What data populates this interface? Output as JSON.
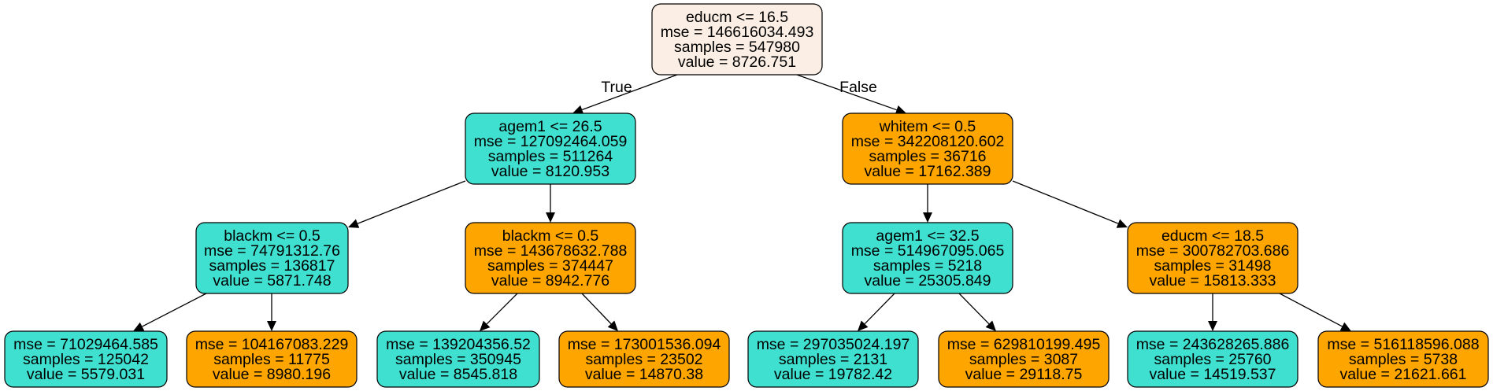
{
  "colors": {
    "root": "#fbeee4",
    "teal": "#40e0d0",
    "orange": "#ffa500",
    "border": "#000000",
    "edge": "#000000"
  },
  "nodes": [
    {
      "id": "n0",
      "color": "root",
      "lines": [
        "educm <= 16.5",
        "mse = 146616034.493",
        "samples = 547980",
        "value = 8726.751"
      ]
    },
    {
      "id": "n1",
      "color": "teal",
      "lines": [
        "agem1 <= 26.5",
        "mse = 127092464.059",
        "samples = 511264",
        "value = 8120.953"
      ]
    },
    {
      "id": "n2",
      "color": "orange",
      "lines": [
        "whitem <= 0.5",
        "mse = 342208120.602",
        "samples = 36716",
        "value = 17162.389"
      ]
    },
    {
      "id": "n3",
      "color": "teal",
      "lines": [
        "blackm <= 0.5",
        "mse = 74791312.76",
        "samples = 136817",
        "value = 5871.748"
      ]
    },
    {
      "id": "n4",
      "color": "orange",
      "lines": [
        "blackm <= 0.5",
        "mse = 143678632.788",
        "samples = 374447",
        "value = 8942.776"
      ]
    },
    {
      "id": "n5",
      "color": "teal",
      "lines": [
        "agem1 <= 32.5",
        "mse = 514967095.065",
        "samples = 5218",
        "value = 25305.849"
      ]
    },
    {
      "id": "n6",
      "color": "orange",
      "lines": [
        "educm <= 18.5",
        "mse = 300782703.686",
        "samples = 31498",
        "value = 15813.333"
      ]
    },
    {
      "id": "n7",
      "color": "teal",
      "lines": [
        "mse = 71029464.585",
        "samples = 125042",
        "value = 5579.031"
      ]
    },
    {
      "id": "n8",
      "color": "orange",
      "lines": [
        "mse = 104167083.229",
        "samples = 11775",
        "value = 8980.196"
      ]
    },
    {
      "id": "n9",
      "color": "teal",
      "lines": [
        "mse = 139204356.52",
        "samples = 350945",
        "value = 8545.818"
      ]
    },
    {
      "id": "n10",
      "color": "orange",
      "lines": [
        "mse = 173001536.094",
        "samples = 23502",
        "value = 14870.38"
      ]
    },
    {
      "id": "n11",
      "color": "teal",
      "lines": [
        "mse = 297035024.197",
        "samples = 2131",
        "value = 19782.42"
      ]
    },
    {
      "id": "n12",
      "color": "orange",
      "lines": [
        "mse = 629810199.495",
        "samples = 3087",
        "value = 29118.75"
      ]
    },
    {
      "id": "n13",
      "color": "teal",
      "lines": [
        "mse = 243628265.886",
        "samples = 25760",
        "value = 14519.537"
      ]
    },
    {
      "id": "n14",
      "color": "orange",
      "lines": [
        "mse = 516118596.088",
        "samples = 5738",
        "value = 21621.661"
      ]
    }
  ],
  "edges": [
    {
      "from": "n0",
      "to": "n1",
      "label": "True"
    },
    {
      "from": "n0",
      "to": "n2",
      "label": "False"
    },
    {
      "from": "n1",
      "to": "n3",
      "label": ""
    },
    {
      "from": "n1",
      "to": "n4",
      "label": ""
    },
    {
      "from": "n2",
      "to": "n5",
      "label": ""
    },
    {
      "from": "n2",
      "to": "n6",
      "label": ""
    },
    {
      "from": "n3",
      "to": "n7",
      "label": ""
    },
    {
      "from": "n3",
      "to": "n8",
      "label": ""
    },
    {
      "from": "n4",
      "to": "n9",
      "label": ""
    },
    {
      "from": "n4",
      "to": "n10",
      "label": ""
    },
    {
      "from": "n5",
      "to": "n11",
      "label": ""
    },
    {
      "from": "n5",
      "to": "n12",
      "label": ""
    },
    {
      "from": "n6",
      "to": "n13",
      "label": ""
    },
    {
      "from": "n6",
      "to": "n14",
      "label": ""
    }
  ]
}
